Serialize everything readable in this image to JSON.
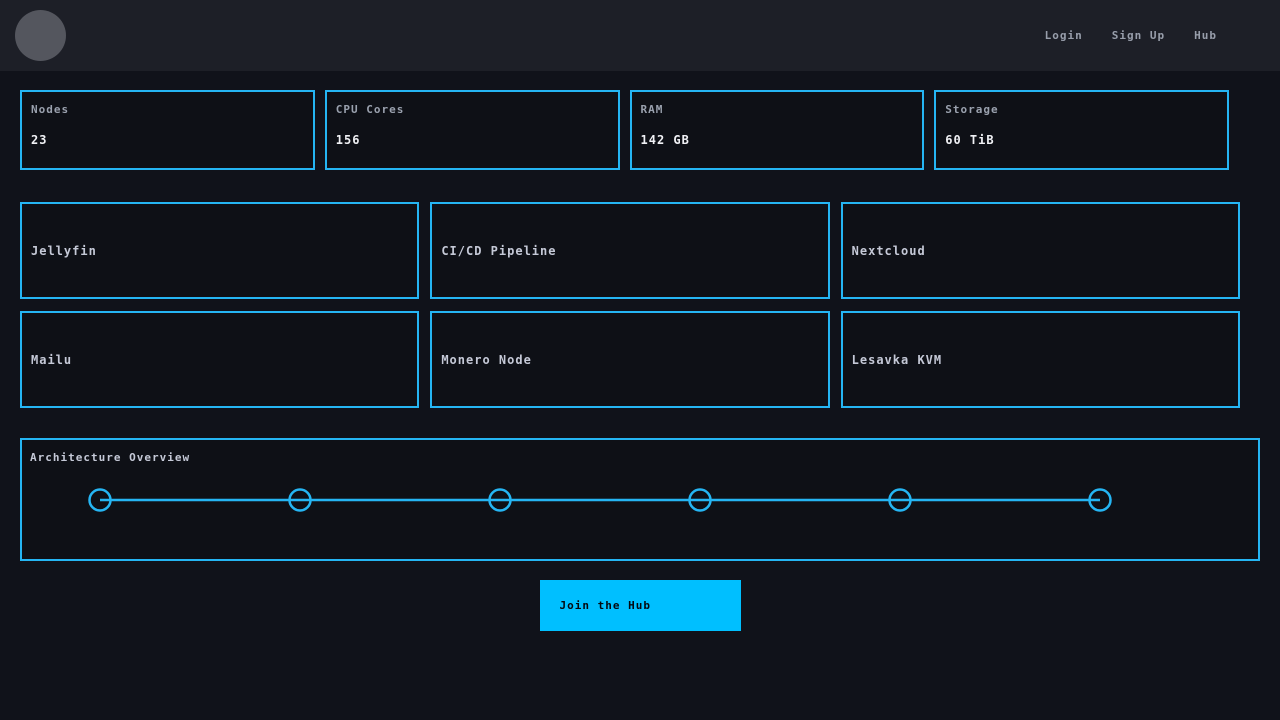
{
  "navbar": {
    "links": [
      {
        "label": "Login"
      },
      {
        "label": "Sign Up"
      },
      {
        "label": "Hub"
      }
    ]
  },
  "stats": [
    {
      "label": "Nodes",
      "value": "23"
    },
    {
      "label": "CPU Cores",
      "value": "156"
    },
    {
      "label": "RAM",
      "value": "142 GB"
    },
    {
      "label": "Storage",
      "value": "60 TiB"
    }
  ],
  "services": [
    {
      "name": "Jellyfin"
    },
    {
      "name": "CI/CD Pipeline"
    },
    {
      "name": "Nextcloud"
    },
    {
      "name": "Mailu"
    },
    {
      "name": "Monero Node"
    },
    {
      "name": "Lesavka KVM"
    }
  ],
  "architecture": {
    "title": "Architecture Overview",
    "node_count": 6
  },
  "cta": {
    "label": "Join the Hub"
  },
  "colors": {
    "accent": "#25b5f3",
    "button": "#00bfff",
    "page_bg": "#10121a",
    "navbar_bg": "#1d1f27",
    "card_bg": "#0e1016"
  }
}
